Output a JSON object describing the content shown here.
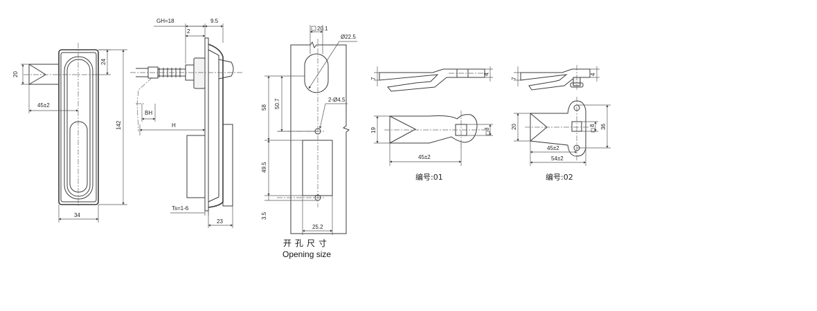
{
  "front_view": {
    "dim_20": "20",
    "dim_24": "24",
    "dim_45": "45±2",
    "dim_142": "142",
    "dim_34": "34"
  },
  "side_view": {
    "gh": "GH=18",
    "dim_2": "2",
    "dim_9_5": "9.5",
    "bh": "BH",
    "h": "H",
    "ts": "Ts=1-6",
    "dim_23": "23"
  },
  "opening": {
    "sq_20_1": "20.1",
    "dia_22_5": "Ø22.5",
    "dim_58": "58",
    "dim_50_7": "50.7",
    "holes": "2-Ø4.5",
    "dim_49_5": "49.5",
    "dim_3_5": "3.5",
    "dim_25_2": "25.2",
    "caption_cn": "开孔尺寸",
    "caption_en": "Opening size"
  },
  "part01": {
    "dim_7": "7",
    "dim_4": "4",
    "dim_19": "19",
    "sq_8": "8",
    "dim_45": "45±2",
    "label": "编号:01"
  },
  "part02": {
    "dim_7": "7",
    "dim_4": "4",
    "dim_20": "20",
    "sq_8": "8",
    "dim_36": "36",
    "dim_45": "45±2",
    "dim_54": "54±2",
    "label": "编号:02"
  }
}
